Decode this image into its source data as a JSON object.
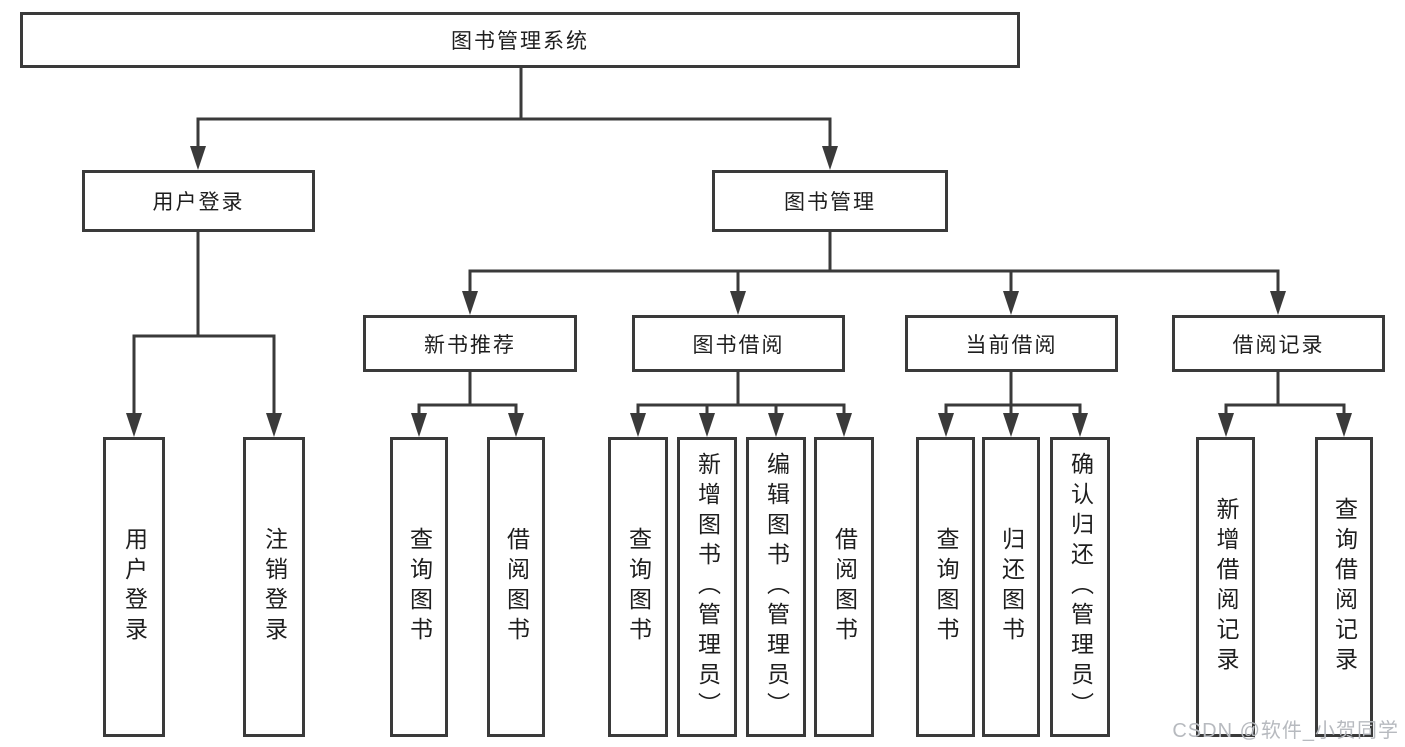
{
  "diagram_type": "functional-structure-tree",
  "tree": {
    "label": "图书管理系统",
    "children": [
      {
        "label": "用户登录",
        "children": [
          {
            "label": "用户登录"
          },
          {
            "label": "注销登录"
          }
        ]
      },
      {
        "label": "图书管理",
        "children": [
          {
            "label": "新书推荐",
            "children": [
              {
                "label": "查询图书"
              },
              {
                "label": "借阅图书"
              }
            ]
          },
          {
            "label": "图书借阅",
            "children": [
              {
                "label": "查询图书"
              },
              {
                "label": "新增图书（管理员）"
              },
              {
                "label": "编辑图书（管理员）"
              },
              {
                "label": "借阅图书"
              }
            ]
          },
          {
            "label": "当前借阅",
            "children": [
              {
                "label": "查询图书"
              },
              {
                "label": "归还图书"
              },
              {
                "label": "确认归还（管理员）"
              }
            ]
          },
          {
            "label": "借阅记录",
            "children": [
              {
                "label": "新增借阅记录"
              },
              {
                "label": "查询借阅记录"
              }
            ]
          }
        ]
      }
    ]
  },
  "colors": {
    "line": "#3a3a3a",
    "text": "#1e1e1e",
    "background": "#ffffff",
    "watermark": "#b7babf"
  },
  "watermark": "CSDN @软件_小贺同学"
}
